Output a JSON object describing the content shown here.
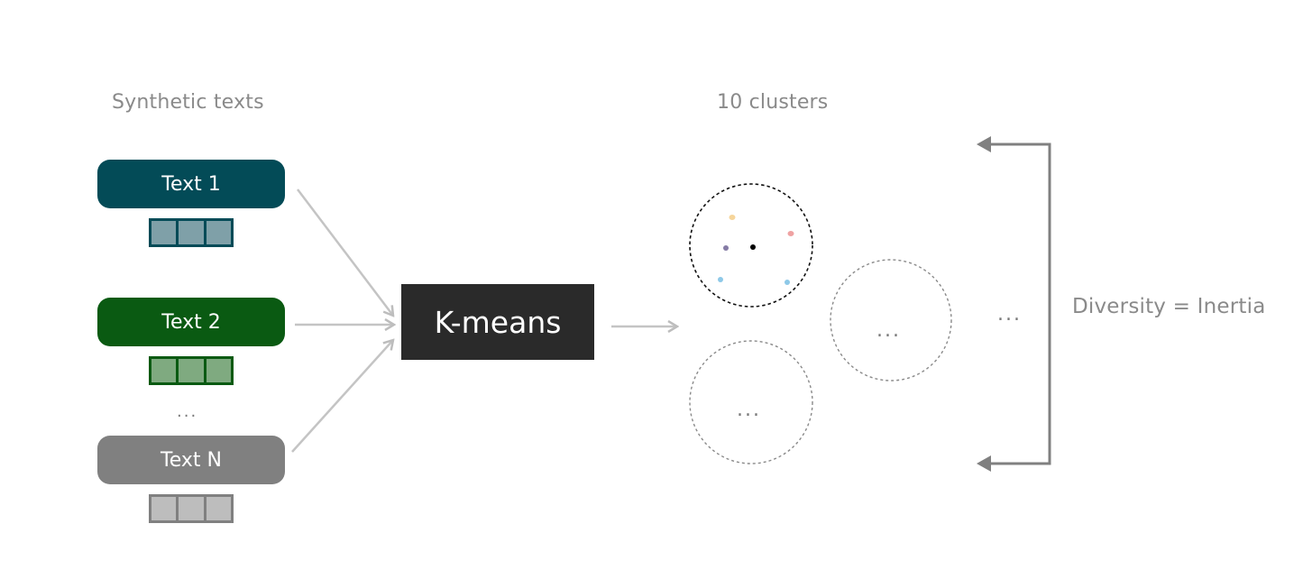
{
  "headings": {
    "inputs": "Synthetic texts",
    "clusters": "10 clusters"
  },
  "texts": [
    {
      "label": "Text 1",
      "color": "#034B57",
      "cell_color": "#7FA0A8",
      "border_color": "#034B57"
    },
    {
      "label": "Text 2",
      "color": "#0A5A12",
      "cell_color": "#7FAA80",
      "border_color": "#0A5A12"
    },
    {
      "label": "Text N",
      "color": "#808080",
      "cell_color": "#BDBDBD",
      "border_color": "#808080"
    }
  ],
  "between_texts": "...",
  "method": "K-means",
  "cluster_placeholder": "...",
  "more_clusters": "...",
  "metric": "Diversity = Inertia",
  "point_colors": [
    "#F6D59A",
    "#EFA2A2",
    "#857BA5",
    "#000000",
    "#8EC9E8",
    "#8EC9E8"
  ]
}
